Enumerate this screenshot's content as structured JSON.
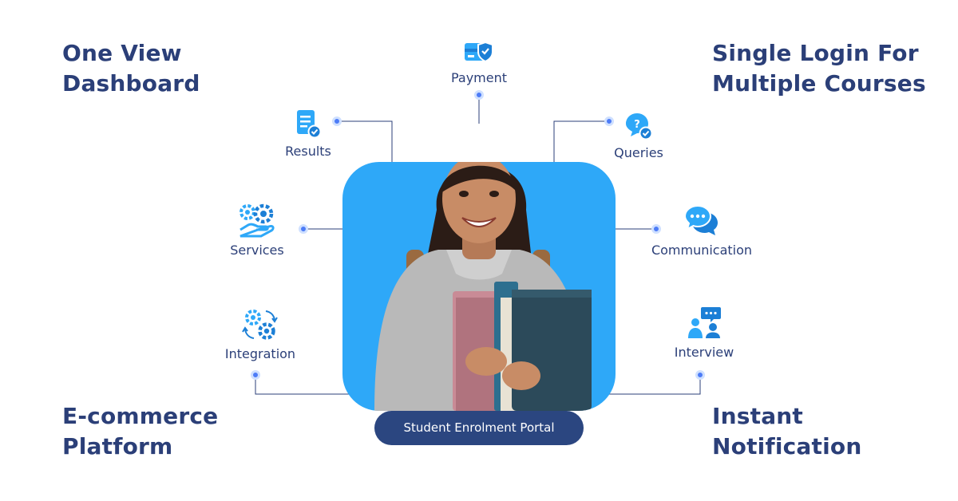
{
  "headings": {
    "top_left": [
      "One View",
      "Dashboard"
    ],
    "top_right": [
      "Single Login For",
      "Multiple Courses"
    ],
    "bottom_left": [
      "E-commerce",
      "Platform"
    ],
    "bottom_right": [
      "Instant",
      "Notification"
    ]
  },
  "features": {
    "payment": {
      "label": "Payment",
      "icon": "payment-card-shield-icon"
    },
    "results": {
      "label": "Results",
      "icon": "document-check-icon"
    },
    "queries": {
      "label": "Queries",
      "icon": "question-chat-icon"
    },
    "services": {
      "label": "Services",
      "icon": "gears-hand-icon"
    },
    "communication": {
      "label": "Communication",
      "icon": "chat-bubbles-icon"
    },
    "integration": {
      "label": "Integration",
      "icon": "gears-sync-icon"
    },
    "interview": {
      "label": "Interview",
      "icon": "people-talk-icon"
    }
  },
  "center": {
    "portal_label": "Student Enrolment Portal",
    "image": "student-with-books-photo"
  },
  "colors": {
    "heading": "#2b3f78",
    "accent": "#2ea8f8",
    "pill": "#2b4680",
    "connector": "#2b3f78",
    "dot": "#4d7cf7"
  }
}
